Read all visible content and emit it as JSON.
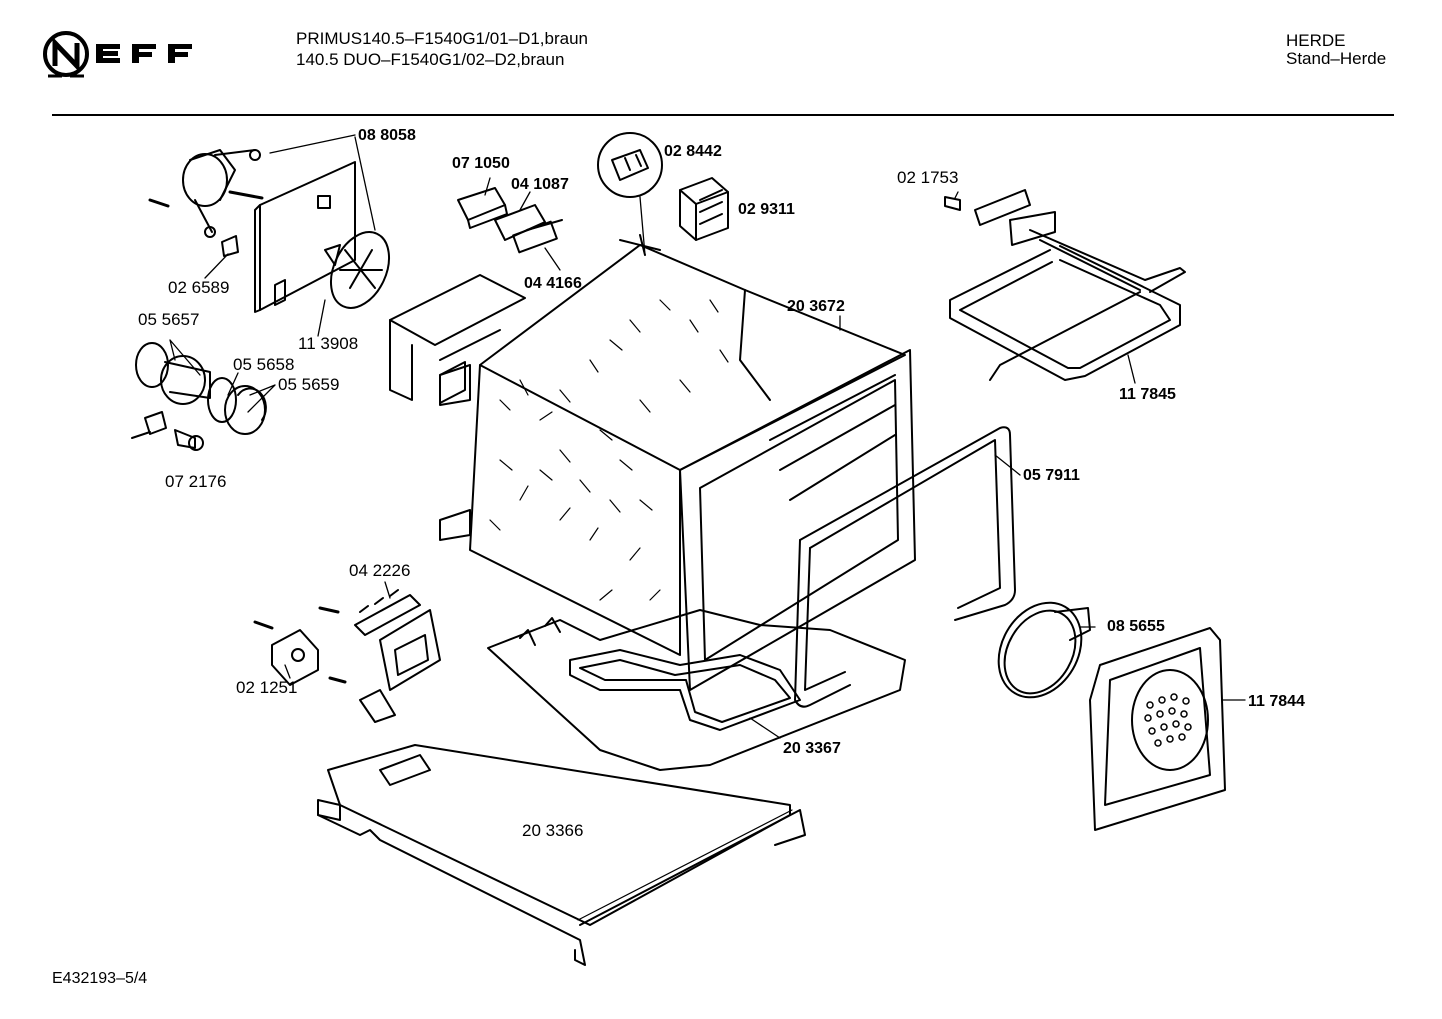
{
  "header": {
    "brand": "NEFF",
    "model_line1": "PRIMUS140.5–F1540G1/01–D1,braun",
    "model_line2": "140.5 DUO–F1540G1/02–D2,braun",
    "category": "HERDE",
    "subcategory": "Stand–Herde"
  },
  "parts": [
    "08 8058",
    "07 1050",
    "04 1087",
    "02 8442",
    "02 9311",
    "02 1753",
    "02 6589",
    "04 4166",
    "05 5657",
    "11 3908",
    "20 3672",
    "05 5658",
    "05 5659",
    "11 7845",
    "07 2176",
    "05 7911",
    "04 2226",
    "08 5655",
    "02 1251",
    "11 7844",
    "20 3367",
    "20 3366"
  ],
  "footer": {
    "code": "E432193–5/4"
  }
}
